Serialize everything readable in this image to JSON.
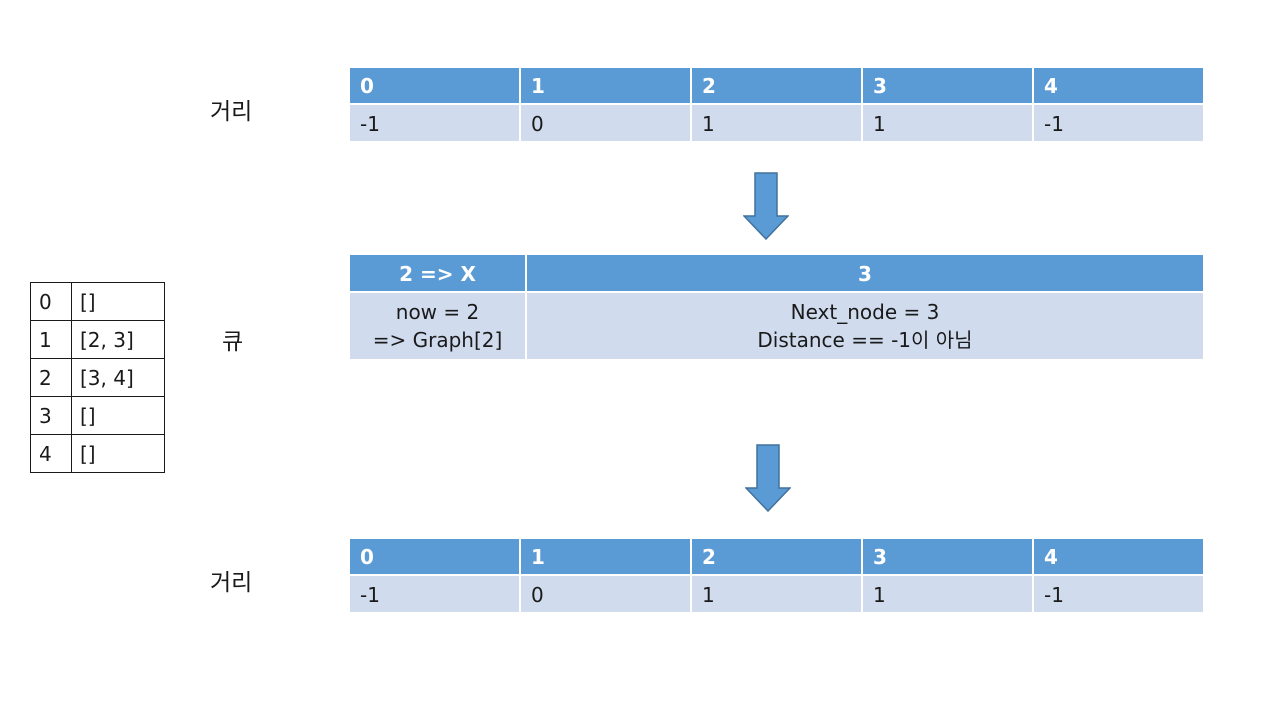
{
  "labels": {
    "distance_top": "거리",
    "queue": "큐",
    "distance_bottom": "거리"
  },
  "adjacency": [
    {
      "node": "0",
      "neighbors": "[]"
    },
    {
      "node": "1",
      "neighbors": "[2, 3]"
    },
    {
      "node": "2",
      "neighbors": "[3, 4]"
    },
    {
      "node": "3",
      "neighbors": "[]"
    },
    {
      "node": "4",
      "neighbors": "[]"
    }
  ],
  "distance_top": {
    "headers": [
      "0",
      "1",
      "2",
      "3",
      "4"
    ],
    "values": [
      "-1",
      "0",
      "1",
      "1",
      "-1"
    ]
  },
  "queue": {
    "headers": [
      "2 => X",
      "3"
    ],
    "left_lines": [
      "now = 2",
      "=> Graph[2]"
    ],
    "right_lines": [
      "Next_node = 3",
      "Distance == -1이 아님"
    ]
  },
  "distance_bottom": {
    "headers": [
      "0",
      "1",
      "2",
      "3",
      "4"
    ],
    "values": [
      "-1",
      "0",
      "1",
      "1",
      "-1"
    ]
  },
  "colors": {
    "header_fill": "#5b9bd5",
    "cell_fill": "#d0dcee",
    "arrow_fill": "#5b9bd5",
    "arrow_stroke": "#41719c"
  }
}
